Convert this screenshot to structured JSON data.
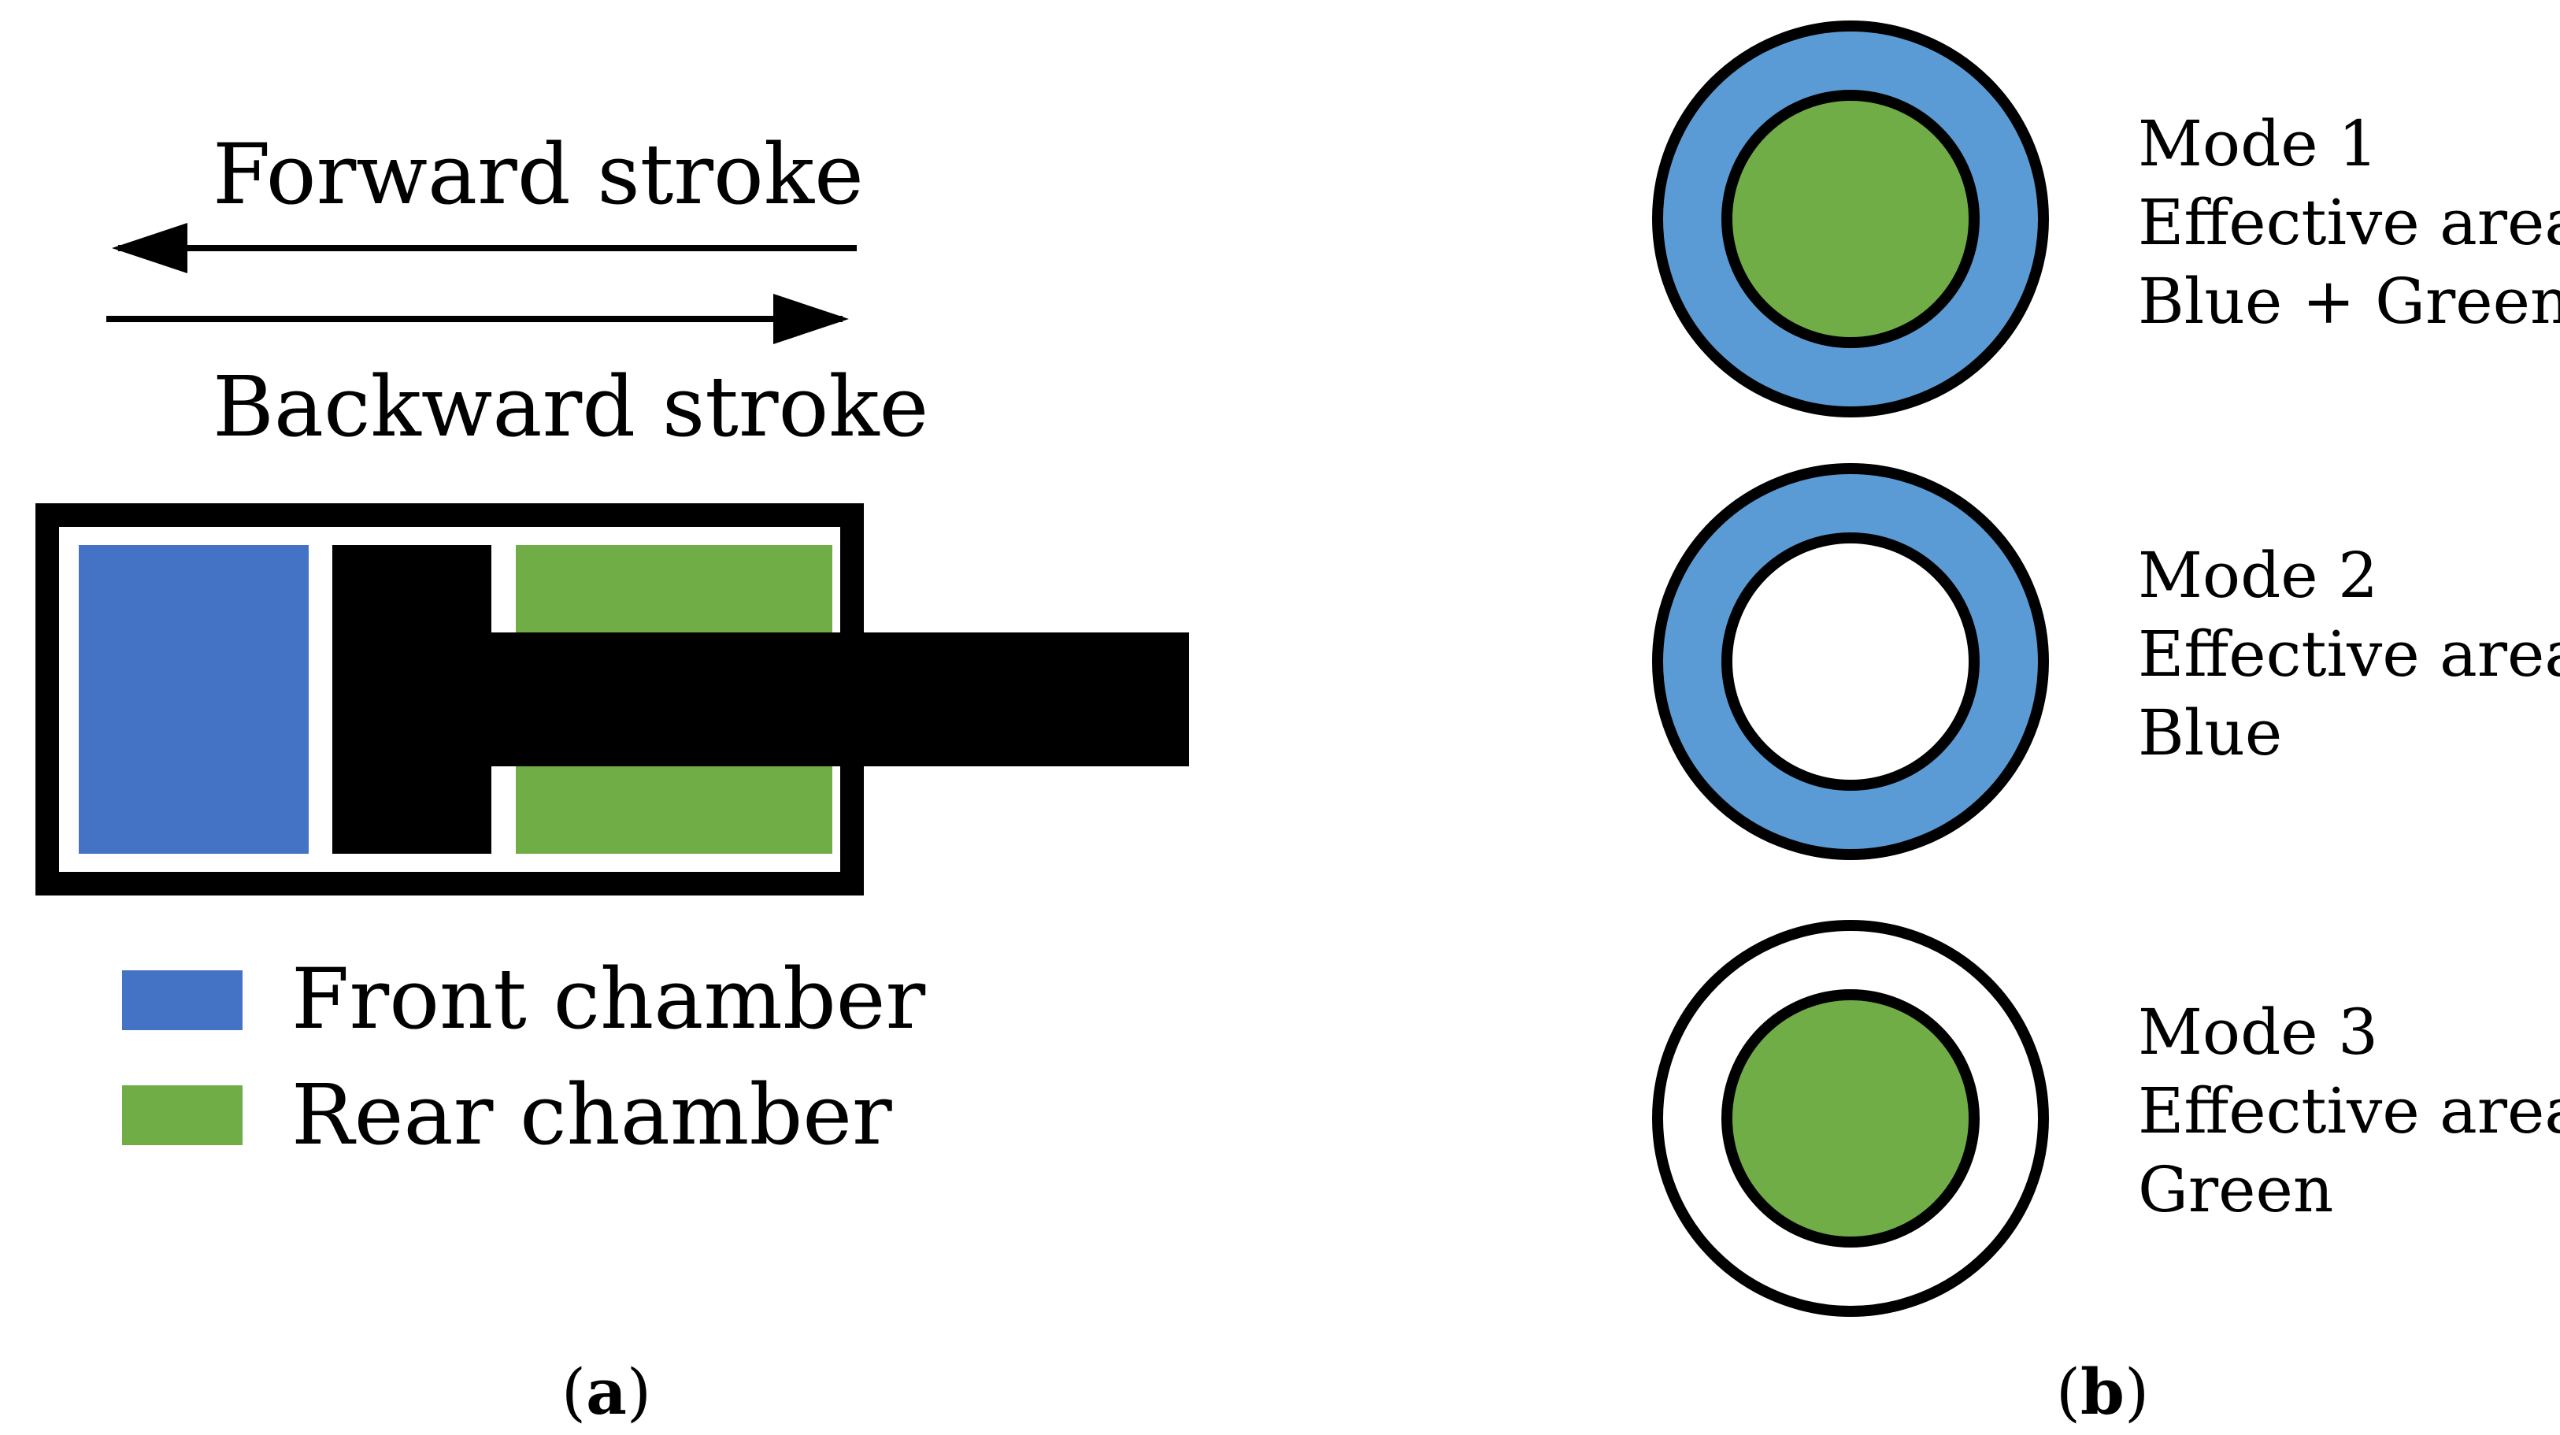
{
  "panel_a": {
    "forward_label": "Forward stroke",
    "backward_label": "Backward stroke",
    "caption_letter": "a",
    "legend": [
      {
        "label": "Front chamber",
        "color": "#4472C4"
      },
      {
        "label": "Rear chamber",
        "color": "#70AD47"
      }
    ]
  },
  "panel_b": {
    "caption_letter": "b",
    "modes": [
      {
        "title": "Mode 1",
        "area_label": "Effective area:",
        "area_value": "Blue + Green"
      },
      {
        "title": "Mode 2",
        "area_label": "Effective area:",
        "area_value": "Blue"
      },
      {
        "title": "Mode 3",
        "area_label": "Effective area:",
        "area_value": "Green"
      }
    ]
  },
  "colors": {
    "front_chamber": "#4472C4",
    "rear_chamber": "#70AD47",
    "ring_blue": "#5B9BD5",
    "outline": "#000000"
  }
}
